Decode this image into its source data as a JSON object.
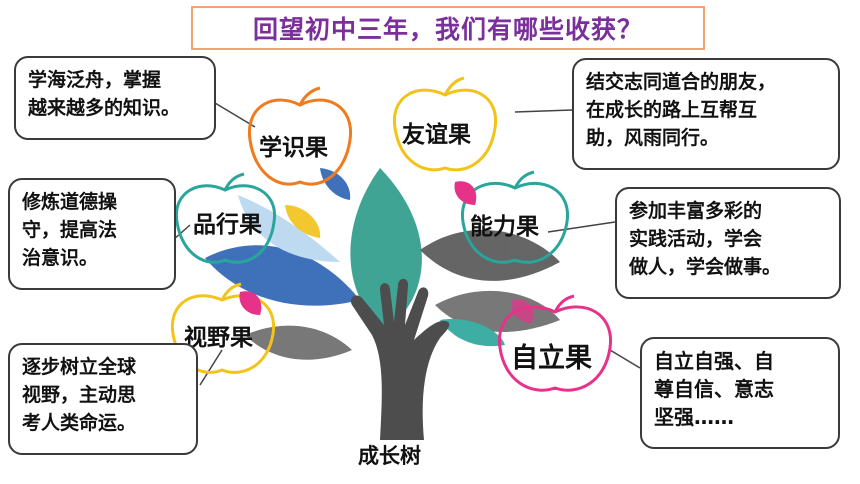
{
  "title": "回望初中三年，我们有哪些收获？",
  "tree_label": "成长树",
  "fruits": [
    {
      "id": "knowledge",
      "label": "学识果",
      "color": "#f07a1e",
      "description": "学海泛舟，掌握\n越来越多的知识。"
    },
    {
      "id": "friendship",
      "label": "友谊果",
      "color": "#f2c318",
      "description": "结交志同道合的朋友，\n在成长的路上互帮互\n助，风雨同行。"
    },
    {
      "id": "character",
      "label": "品行果",
      "color": "#2aa59b",
      "description": "修炼道德操\n守，提高法\n治意识。"
    },
    {
      "id": "ability",
      "label": "能力果",
      "color": "#2aa59b",
      "description": "参加丰富多彩的\n实践活动，学会\n做人，学会做事。"
    },
    {
      "id": "vision",
      "label": "视野果",
      "color": "#f2c318",
      "description": "逐步树立全球\n视野，主动思\n考人类命运。"
    },
    {
      "id": "independence",
      "label": "自立果",
      "color": "#e7328a",
      "description": "自立自强、自\n尊自信、意志\n坚强……"
    }
  ]
}
